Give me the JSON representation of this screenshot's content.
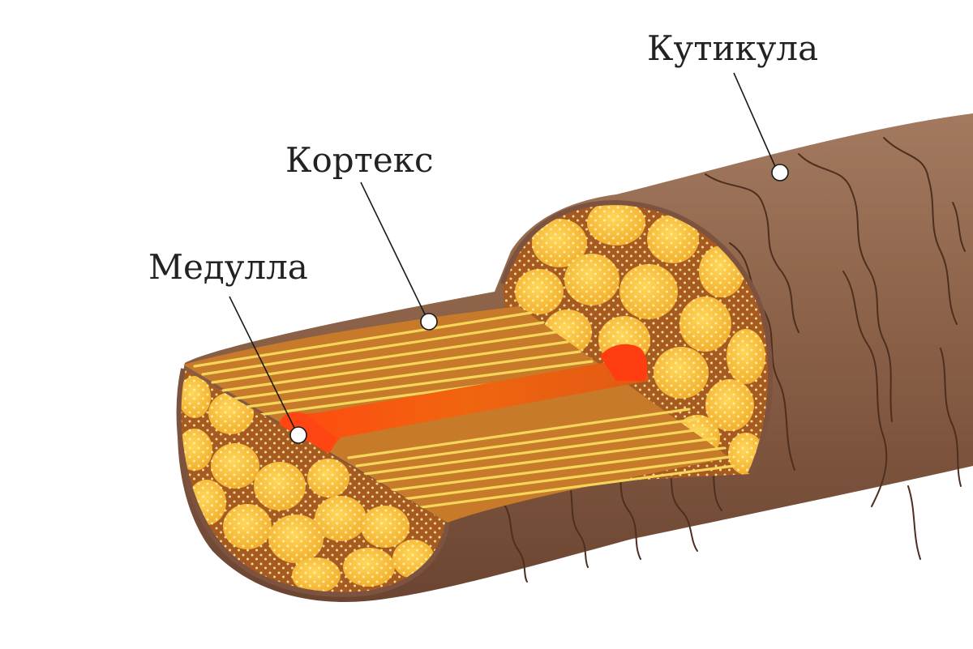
{
  "labels": {
    "cuticle": "Кутикула",
    "cortex": "Кортекс",
    "medulla": "Медулла"
  },
  "colors": {
    "cuticle": "#8b5f47",
    "cuticle_dark": "#5e3b2a",
    "cortex_strand": "#f6d65a",
    "cortex_cell": "#f3b533",
    "cortex_gap": "#a65a1f",
    "medulla": "#e8551a"
  }
}
